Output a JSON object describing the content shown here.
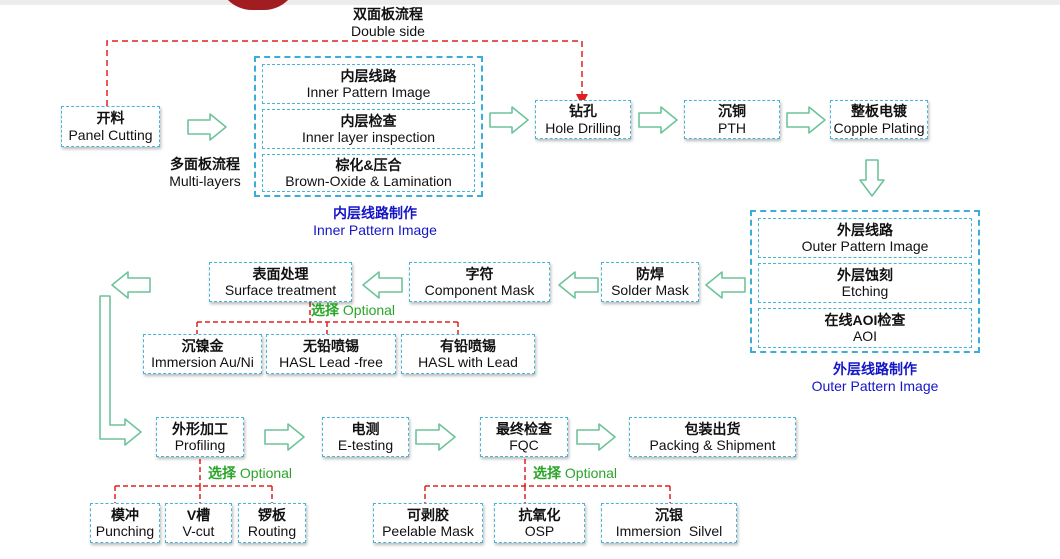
{
  "accent_colors": {
    "box_border": "#47b4d8",
    "dashed_link": "#e02020",
    "group_caption": "#1515c8",
    "optional": "#2aa52a",
    "arrow": "#6ec39a"
  },
  "double_side": {
    "cn": "双面板流程",
    "en": "Double side"
  },
  "multi_layers": {
    "cn": "多面板流程",
    "en": "Multi-layers"
  },
  "panel_cutting": {
    "cn": "开料",
    "en": "Panel Cutting"
  },
  "inner_group": {
    "caption_cn": "内层线路制作",
    "caption_en": "Inner Pattern Image",
    "steps": [
      {
        "cn": "内层线路",
        "en": "Inner Pattern Image"
      },
      {
        "cn": "内层检查",
        "en": "Inner layer inspection"
      },
      {
        "cn": "棕化&压合",
        "en": "Brown-Oxide & Lamination"
      }
    ]
  },
  "hole_drilling": {
    "cn": "钻孔",
    "en": "Hole Drilling"
  },
  "pth": {
    "cn": "沉铜",
    "en": "PTH"
  },
  "copple_plating": {
    "cn": "整板电镀",
    "en": "Copple Plating"
  },
  "outer_group": {
    "caption_cn": "外层线路制作",
    "caption_en": "Outer Pattern Image",
    "steps": [
      {
        "cn": "外层线路",
        "en": "Outer Pattern Image"
      },
      {
        "cn": "外层蚀刻",
        "en": "Etching"
      },
      {
        "cn": "在线AOI检查",
        "en": "AOI"
      }
    ]
  },
  "solder_mask": {
    "cn": "防焊",
    "en": "Solder Mask"
  },
  "component_mask": {
    "cn": "字符",
    "en": "Component Mask"
  },
  "surface_treatment": {
    "cn": "表面处理",
    "en": "Surface treatment"
  },
  "surface_options": {
    "label_cn": "选择",
    "label_en": "Optional",
    "items": [
      {
        "cn": "沉镍金",
        "en": "Immersion Au/Ni"
      },
      {
        "cn": "无铅喷锡",
        "en": "HASL Lead -free"
      },
      {
        "cn": "有铅喷锡",
        "en": "HASL with Lead"
      }
    ]
  },
  "profiling": {
    "cn": "外形加工",
    "en": "Profiling"
  },
  "profiling_options": {
    "label_cn": "选择",
    "label_en": "Optional",
    "items": [
      {
        "cn": "模冲",
        "en": "Punching"
      },
      {
        "cn": "V槽",
        "en": "V-cut"
      },
      {
        "cn": "锣板",
        "en": "Routing"
      }
    ]
  },
  "e_testing": {
    "cn": "电测",
    "en": "E-testing"
  },
  "fqc": {
    "cn": "最终检查",
    "en": "FQC"
  },
  "fqc_options": {
    "label_cn": "选择",
    "label_en": "Optional",
    "items": [
      {
        "cn": "可剥胶",
        "en": "Peelable Mask"
      },
      {
        "cn": "抗氧化",
        "en": "OSP"
      },
      {
        "cn": "沉银",
        "en": "Immersion  Silvel"
      }
    ]
  },
  "packing": {
    "cn": "包装出货",
    "en": "Packing & Shipment"
  }
}
